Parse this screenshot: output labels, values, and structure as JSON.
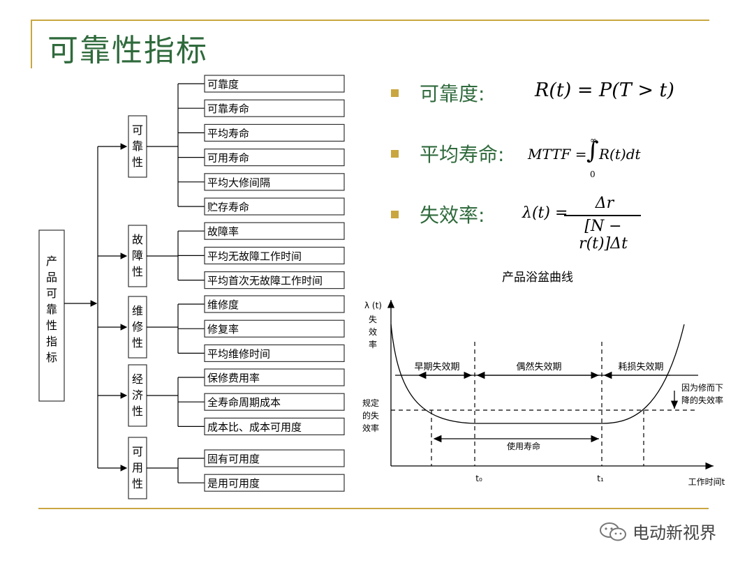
{
  "title": "可靠性指标",
  "tree": {
    "root": "产品可靠性指标",
    "groups": [
      {
        "label": "可靠性",
        "items": [
          "可靠度",
          "可靠寿命",
          "平均寿命",
          "可用寿命",
          "平均大修间隔",
          "贮存寿命"
        ]
      },
      {
        "label": "故障性",
        "items": [
          "故障率",
          "平均无故障工作时间",
          "平均首次无故障工作时间"
        ]
      },
      {
        "label": "维修性",
        "items": [
          "维修度",
          "修复率",
          "平均维修时间"
        ]
      },
      {
        "label": "经济性",
        "items": [
          "保修费用率",
          "全寿命周期成本",
          "成本比、成本可用度"
        ]
      },
      {
        "label": "可用性",
        "items": [
          "固有可用度",
          "是用可用度"
        ]
      }
    ]
  },
  "formulas": [
    {
      "label": "可靠度:",
      "lhs": "R(t) = P(T > t)"
    },
    {
      "label": "平均寿命:",
      "lhs": "MTTF =",
      "int_upper": "∞",
      "int_lower": "0",
      "integrand": "R(t)dt"
    },
    {
      "label": "失效率:",
      "lhs": "λ(t) =",
      "numerator": "Δr",
      "denominator": "[N − r(t)]Δt"
    }
  ],
  "bathtub": {
    "title": "产品浴盆曲线",
    "ylabel_top": "λ (t)",
    "ylabel_lines": [
      "失",
      "效",
      "率"
    ],
    "spec_label_lines": [
      "规定",
      "的失",
      "效率"
    ],
    "xlabel": "工作时间t",
    "t0": "t₀",
    "t1": "t₁",
    "phases": [
      "早期失效期",
      "偶然失效期",
      "耗损失效期"
    ],
    "life_label": "使用寿命",
    "note_lines": [
      "因为修而下",
      "降的失效率"
    ]
  },
  "watermark": "电动新视界",
  "colors": {
    "accent": "#c9a640",
    "title": "#2f6a3c"
  }
}
